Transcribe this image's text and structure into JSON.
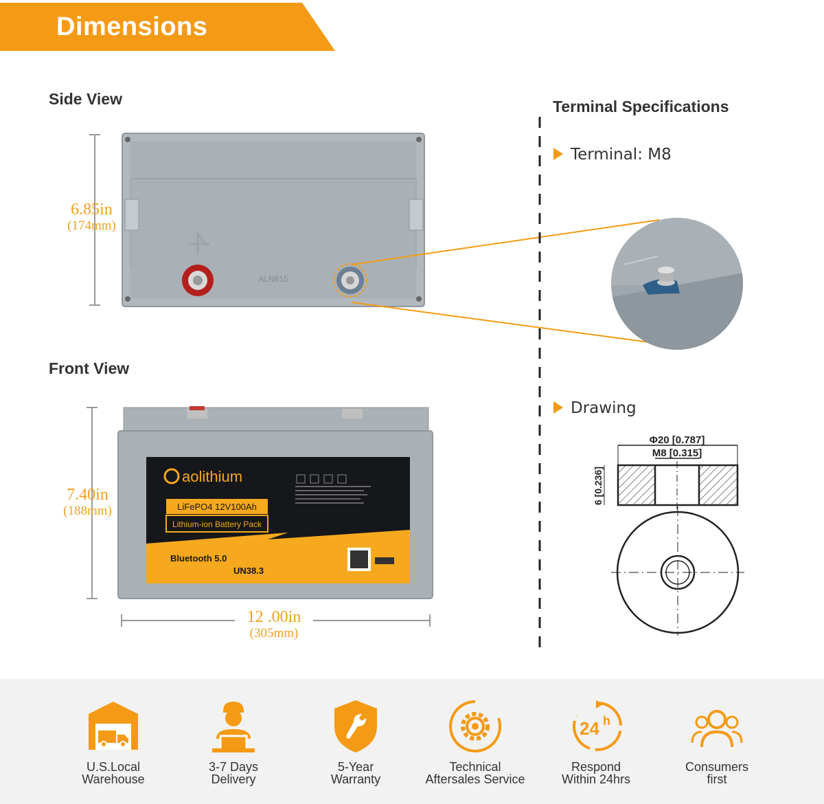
{
  "banner": {
    "title": "Dimensions"
  },
  "side_view": {
    "title": "Side View",
    "height_in": "6.85in",
    "height_mm": "(174mm)",
    "case_marking": "ALN815"
  },
  "front_view": {
    "title": "Front View",
    "height_in": "7.40in",
    "height_mm": "(188mm)",
    "width_in": "12 .00in",
    "width_mm": "(305mm)"
  },
  "label": {
    "brand": "aolithium",
    "model": "LiFePO4 12V100Ah",
    "pack": "Lithium-ion Battery Pack",
    "bluetooth": "Bluetooth 5.0",
    "cert": "UN38.3"
  },
  "terminal": {
    "title": "Terminal Specifications",
    "item_terminal": "Terminal: M8",
    "item_drawing": "Drawing"
  },
  "drawing": {
    "outer_dim": "Φ20 [0.787]",
    "inner_dim": "M8 [0.315]",
    "height_dim": "6 [0.236]"
  },
  "features": [
    {
      "icon": "warehouse-truck-icon",
      "label": "U.S.Local\nWarehouse"
    },
    {
      "icon": "delivery-person-icon",
      "label": "3-7 Days\nDelivery"
    },
    {
      "icon": "wrench-shield-icon",
      "label": "5-Year\nWarranty"
    },
    {
      "icon": "gear-support-icon",
      "label": "Technical\nAftersales Service"
    },
    {
      "icon": "clock-24h-icon",
      "label": "Respond\nWithin 24hrs"
    },
    {
      "icon": "people-icon",
      "label": "Consumers\nfirst"
    }
  ],
  "colors": {
    "accent": "#f59a14",
    "dimension": "#f0a020",
    "case": "#a9b0b5"
  }
}
